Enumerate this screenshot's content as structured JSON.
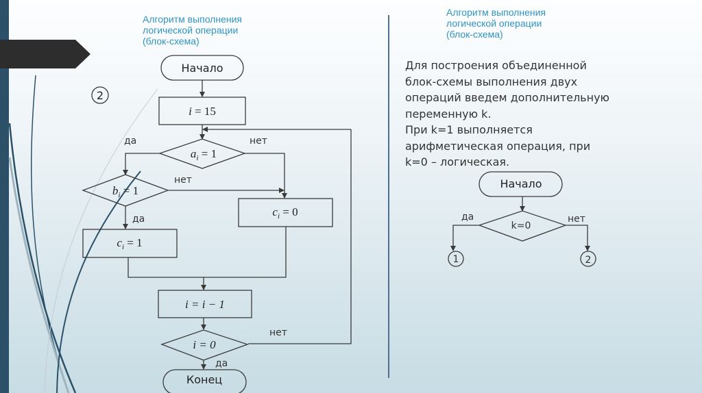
{
  "slide": {
    "left_title": "Алгоритм выполнения\nлогической операции\n(блок-схема)",
    "right_title": "Алгоритм выполнения\nлогической операции\n(блок-схема)",
    "paragraph_lines": [
      "Для построения объединенной",
      "блок-схемы выполнения двух",
      "операций введем дополнительную",
      "переменную k.",
      "При k=1 выполняется",
      "арифметическая операция, при",
      "k=0 – логическая."
    ]
  },
  "left_flowchart": {
    "connector_label": "2",
    "start": "Начало",
    "init": {
      "var": "i",
      "op": " = ",
      "val": "15"
    },
    "cond_a": {
      "var": "a",
      "sub": "i",
      "rest": " = 1"
    },
    "cond_b": {
      "var": "b",
      "sub": "i",
      "rest": " = 1"
    },
    "set_c1": {
      "var": "c",
      "sub": "i",
      "rest": " = 1"
    },
    "set_c0": {
      "var": "c",
      "sub": "i",
      "rest": " = 0"
    },
    "decrement": "i = i − 1",
    "cond_end": "i = 0",
    "end": "Конец",
    "yes": "да",
    "no": "нет"
  },
  "right_flowchart": {
    "start": "Начало",
    "cond": "k=0",
    "yes": "да",
    "no": "нет",
    "connector_yes": "1",
    "connector_no": "2"
  },
  "colors": {
    "title": "#2f94bf",
    "sidebar": "#2b5067",
    "tab": "#2d2d2d",
    "line": "#3a3a3a"
  }
}
